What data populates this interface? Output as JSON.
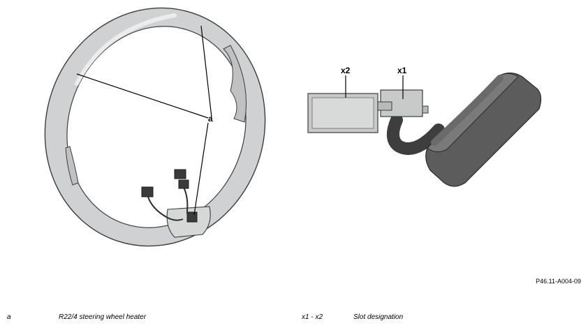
{
  "callouts": {
    "a": "a",
    "x1": "x1",
    "x2": "x2"
  },
  "figure_ref": "P46.11-A004-09",
  "legend": [
    {
      "key": "a",
      "text": "R22/4 steering wheel heater"
    },
    {
      "key": "x1 - x2",
      "text": "Slot designation"
    }
  ],
  "colors": {
    "wheel_fill": "#cfd1d2",
    "wheel_outline": "#3c3c3c",
    "connector_fill": "#c8caca",
    "heater_body": "#5c5c5c",
    "cable": "#4a4a4a",
    "leader_line": "#000000"
  }
}
